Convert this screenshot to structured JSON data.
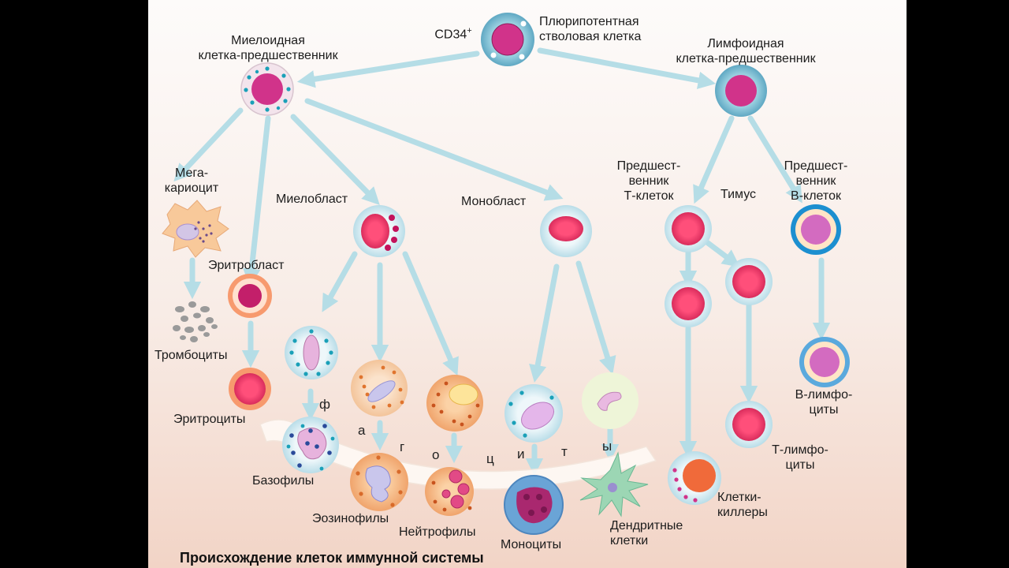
{
  "labels": {
    "cd34": "CD34",
    "cd34_sup": "+",
    "stem_1": "Плюрипотентная",
    "stem_2": "стволовая клетка",
    "myeloid_1": "Миелоидная",
    "myeloid_2": "клетка-предшественник",
    "lymphoid_1": "Лимфоидная",
    "lymphoid_2": "клетка-предшественник",
    "mega_1": "Мега-",
    "mega_2": "кариоцит",
    "myeloblast": "Миелобласт",
    "monoblast": "Монобласт",
    "tprec_1": "Предшест-",
    "tprec_2": "венник",
    "tprec_3": "Т-клеток",
    "thymus": "Тимус",
    "bprec_1": "Предшест-",
    "bprec_2": "венник",
    "bprec_3": "В-клеток",
    "erythroblast": "Эритробласт",
    "platelets": "Тромбоциты",
    "erythrocytes": "Эритроциты",
    "basophils": "Базофилы",
    "eosinophils": "Эозинофилы",
    "neutrophils": "Нейтрофилы",
    "monocytes": "Моноциты",
    "dendritic_1": "Дендритные",
    "dendritic_2": "клетки",
    "killers_1": "Клетки-",
    "killers_2": "киллеры",
    "blymph_1": "В-лимфо-",
    "blymph_2": "циты",
    "tlymph_1": "Т-лимфо-",
    "tlymph_2": "циты",
    "phago": [
      "ф",
      "а",
      "г",
      "о",
      "ц",
      "и",
      "т",
      "ы"
    ]
  },
  "caption": "Происхождение клеток иммунной системы",
  "colors": {
    "arrow": "#b5dde6",
    "nucleus": "#d1338a",
    "red_nucleus": "#e8406a",
    "cell_blue": "#7fc1d6",
    "halo": "#f2dede",
    "granule_teal": "#1aa0b8",
    "granule_orange": "#e0742e",
    "background": "#fbf7f5"
  }
}
